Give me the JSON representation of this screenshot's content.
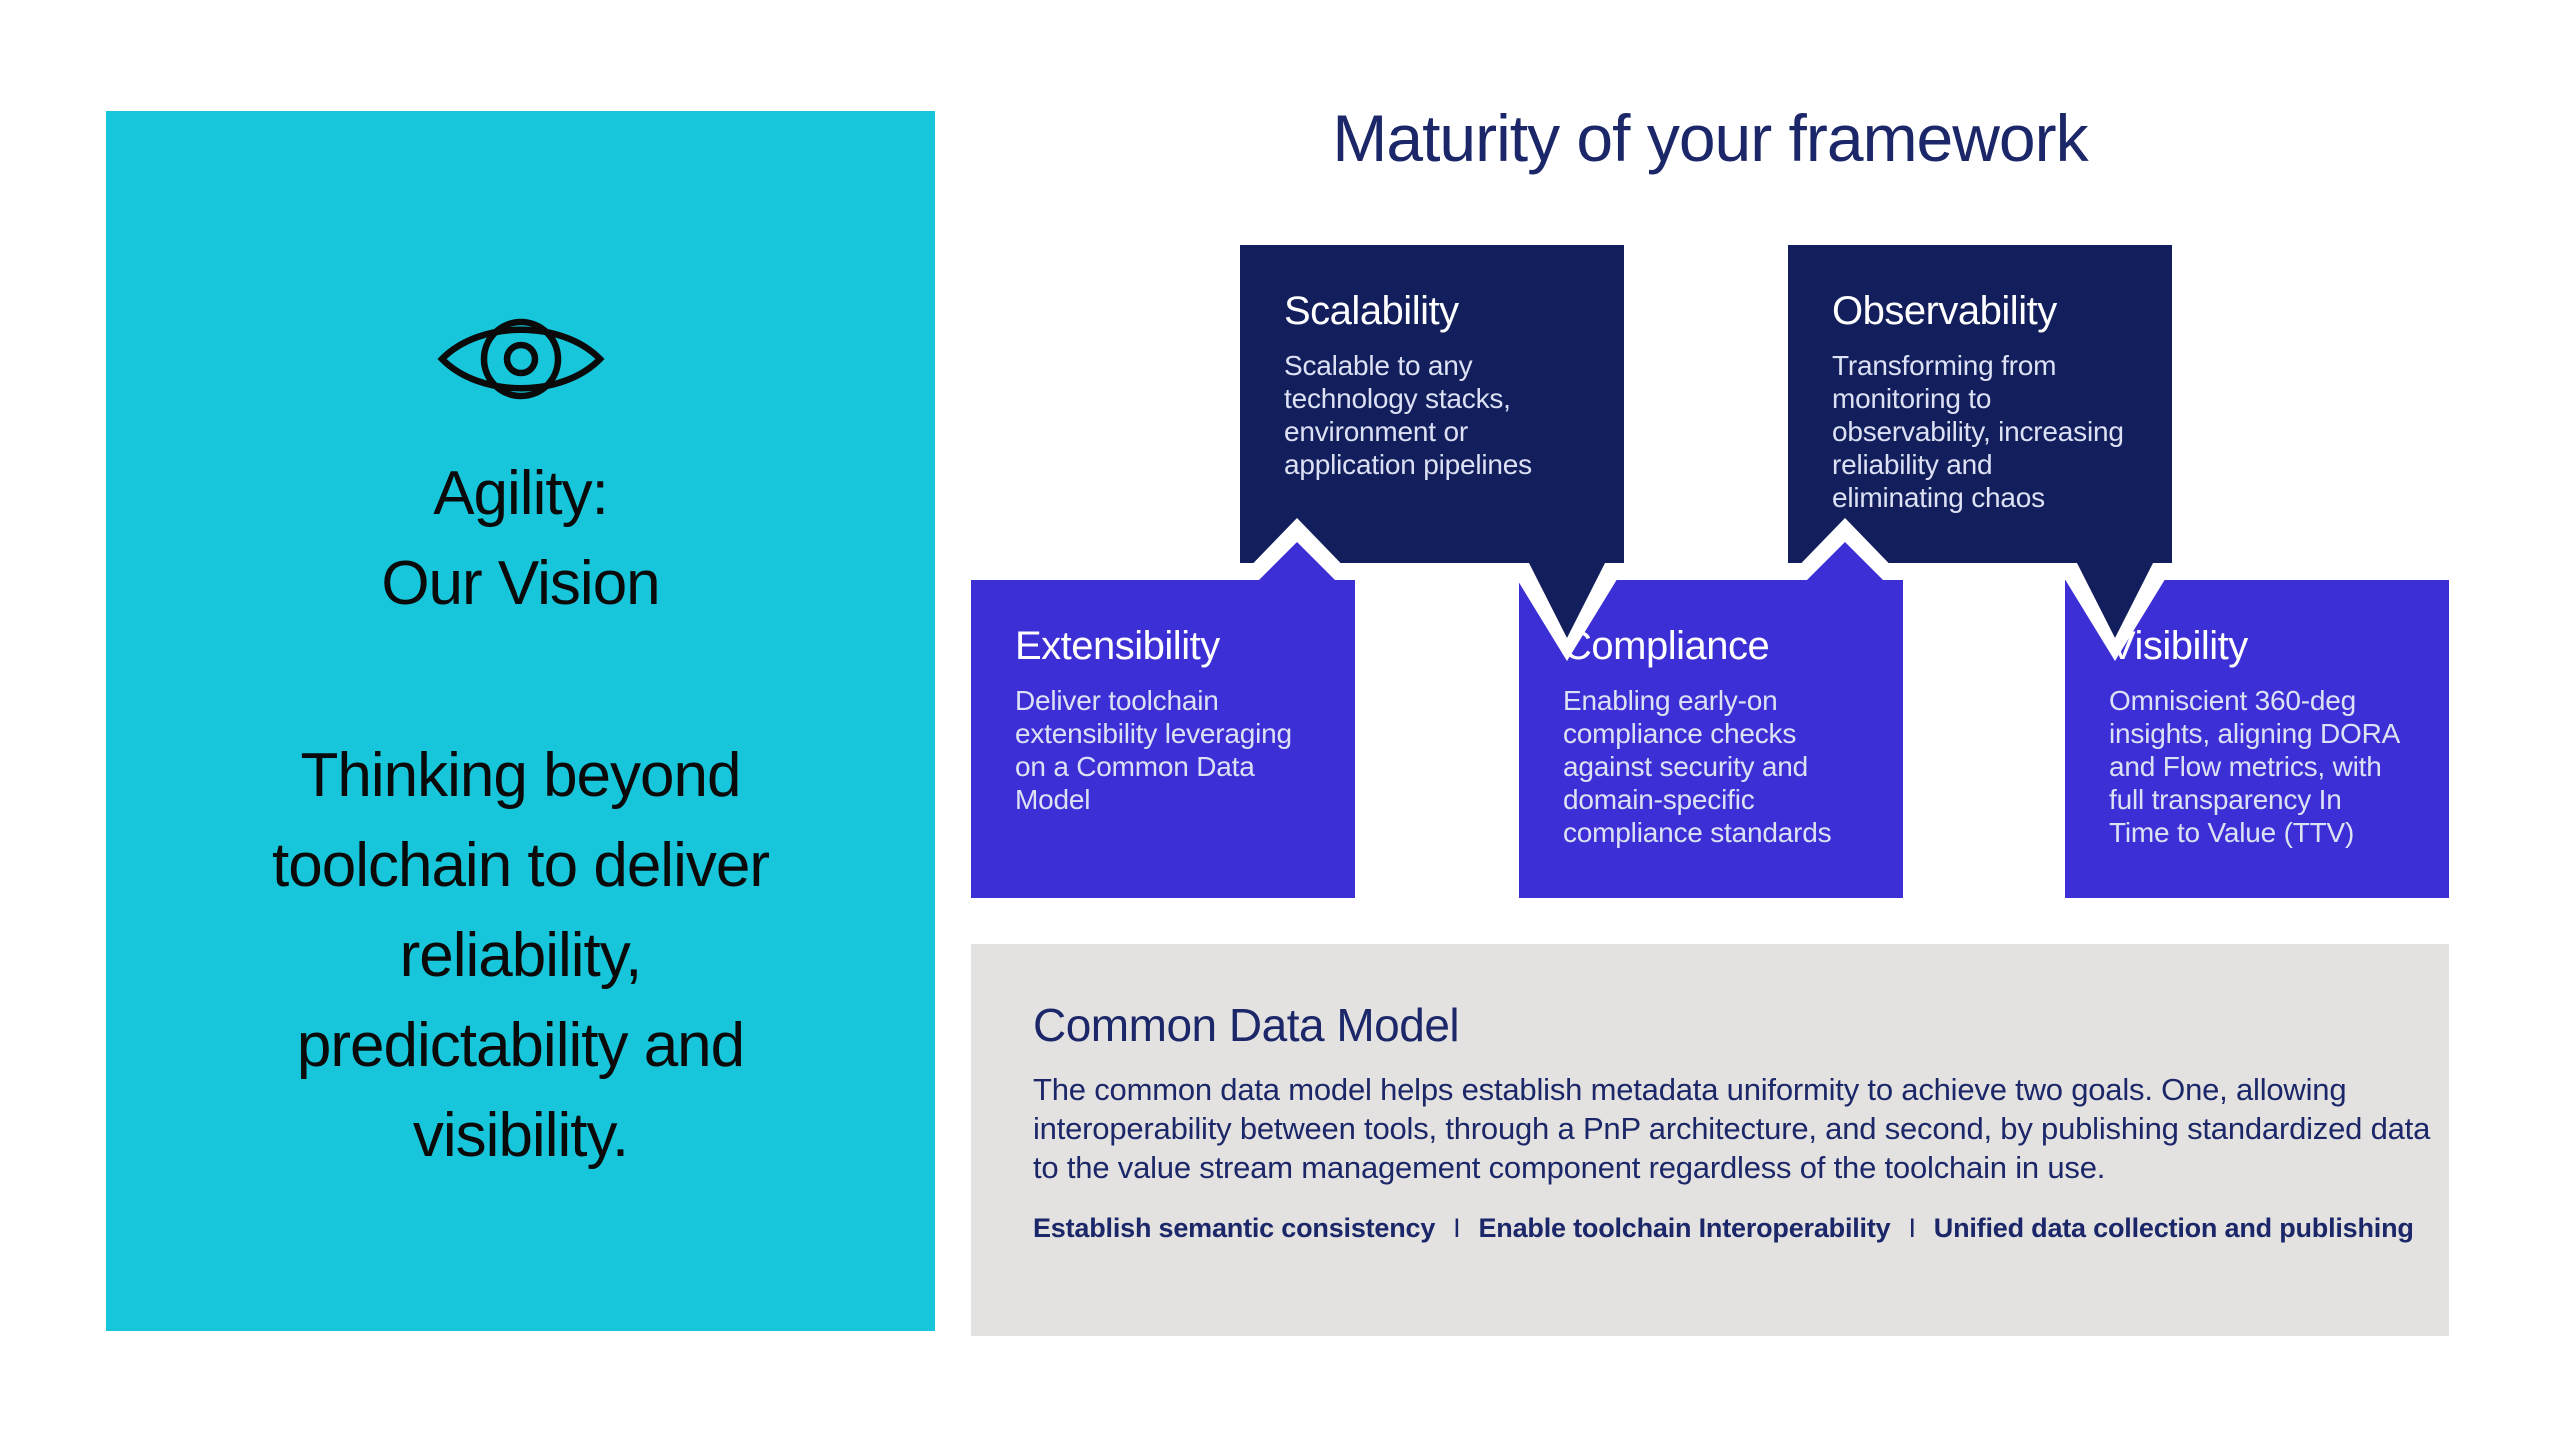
{
  "colors": {
    "background": "#FFFFFF",
    "cyan_panel": "#18C6DB",
    "dark_navy_box": "#131F5D",
    "purple_box": "#3C2FD6",
    "gray_box": "#E3E2E1",
    "navy_text": "#1B2768",
    "box_heading_text": "#FFFFFF",
    "box_body_text": "#DDE1F4",
    "left_panel_text": "#0A0A0A"
  },
  "left_panel": {
    "icon": "eye-icon",
    "heading": "Agility:\nOur Vision",
    "paragraph": "Thinking beyond\ntoolchain to deliver\nreliability,\npredictability and\nvisibility."
  },
  "diagram": {
    "title": "Maturity of your framework",
    "boxes": [
      {
        "id": "scalability",
        "title": "Scalability",
        "description": "Scalable to any technology stacks, environment or application pipelines",
        "tone": "dark"
      },
      {
        "id": "observability",
        "title": "Observability",
        "description": "Transforming from monitoring to observability, increasing reliability and eliminating chaos",
        "tone": "dark"
      },
      {
        "id": "extensibility",
        "title": "Extensibility",
        "description": "Deliver toolchain extensibility leveraging on a Common Data Model",
        "tone": "purple"
      },
      {
        "id": "compliance",
        "title": "Compliance",
        "description": "Enabling early-on compliance checks against security and domain-specific compliance standards",
        "tone": "purple"
      },
      {
        "id": "visibility",
        "title": "Visibility",
        "description": "Omniscient 360-deg insights, aligning DORA and Flow metrics, with full transparency In Time to Value (TTV)",
        "tone": "purple"
      }
    ]
  },
  "cdm": {
    "title": "Common Data Model",
    "body": "The common data model helps establish metadata uniformity to achieve two goals. One, allowing interoperability between tools, through a PnP architecture, and second, by publishing standardized data to the value stream management component regardless of the toolchain in use.",
    "bullets": [
      "Establish semantic consistency",
      "Enable toolchain Interoperability",
      "Unified data collection and publishing"
    ],
    "separator": "I"
  }
}
